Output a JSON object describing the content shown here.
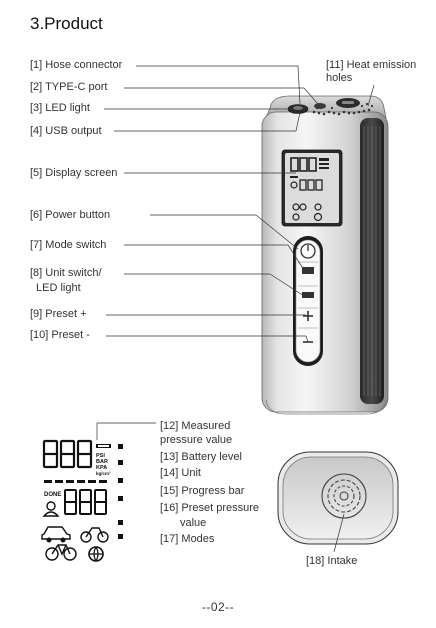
{
  "page": {
    "title": "3.Product",
    "footer": "--02--"
  },
  "labels": {
    "l1": "[1] Hose connector",
    "l2": "[2] TYPE-C port",
    "l3": "[3] LED light",
    "l4": "[4] USB output",
    "l5": "[5] Display screen",
    "l6": "[6] Power button",
    "l7": "[7] Mode switch",
    "l8a": "[8] Unit switch/",
    "l8b": "LED light",
    "l9": "[9] Preset +",
    "l10": "[10] Preset -",
    "l11a": "[11] Heat emission",
    "l11b": "holes",
    "l12a": "[12] Measured",
    "l12b": "pressure value",
    "l13": "[13] Battery level",
    "l14": "[14] Unit",
    "l15": "[15] Progress bar",
    "l16a": "[16] Preset pressure",
    "l16b": "value",
    "l17": "[17]  Modes",
    "l18": "[18]  Intake"
  },
  "display": {
    "units": [
      "PSI",
      "BAR",
      "KPA",
      "kg/cm²"
    ],
    "done": "DONE"
  }
}
